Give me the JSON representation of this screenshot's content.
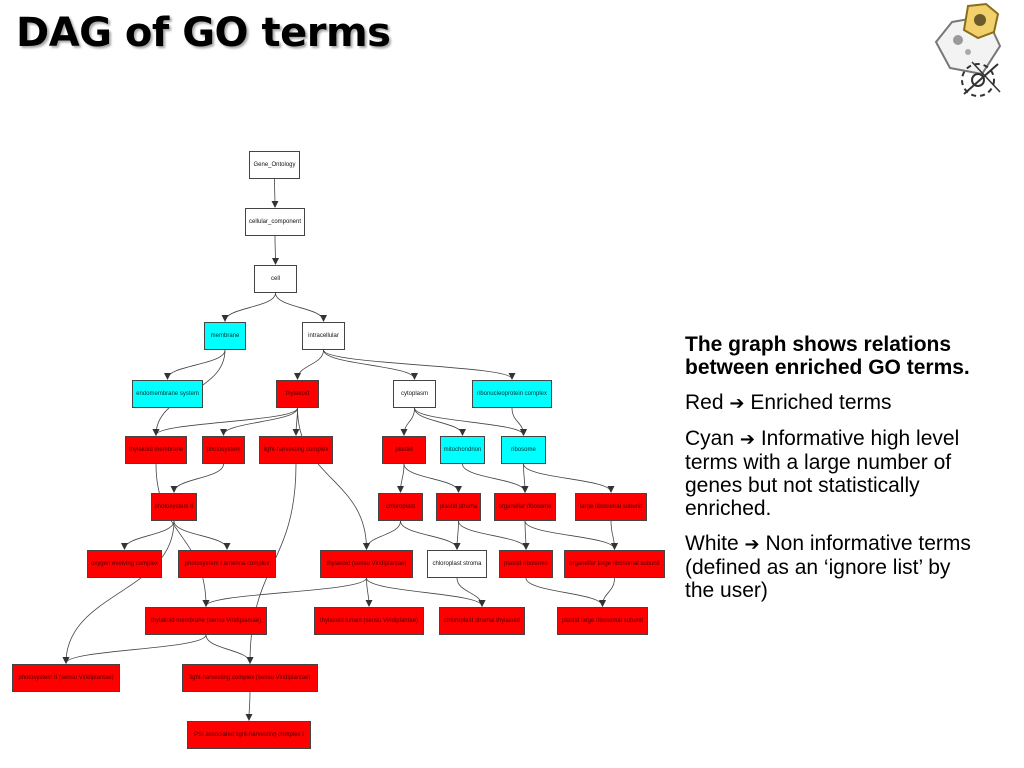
{
  "slide": {
    "title": "DAG of GO terms"
  },
  "legend": {
    "intro": "The graph shows relations between enriched GO terms.",
    "red_label": "Red",
    "red_text": "Enriched terms",
    "cyan_label": "Cyan",
    "cyan_text": "Informative high level terms with a large number of genes but not statistically enriched.",
    "white_label": "White",
    "white_text": "Non informative terms (defined as an ‘ignore list’ by the user)",
    "arrow": "➔"
  },
  "colors": {
    "enriched": "#ff0000",
    "informative": "#00ffff",
    "non_informative": "#ffffff"
  },
  "graph": {
    "nodes": [
      {
        "id": "go",
        "label": "Gene_Ontology",
        "status": "white"
      },
      {
        "id": "cc",
        "label": "cellular_component",
        "status": "white"
      },
      {
        "id": "cell",
        "label": "cell",
        "status": "white"
      },
      {
        "id": "membrane",
        "label": "membrane",
        "status": "cyan"
      },
      {
        "id": "intracellular",
        "label": "intracellular",
        "status": "white"
      },
      {
        "id": "endomembrane",
        "label": "endomembrane system",
        "status": "cyan"
      },
      {
        "id": "thylakoid",
        "label": "thylakoid",
        "status": "red"
      },
      {
        "id": "cytoplasm",
        "label": "cytoplasm",
        "status": "white"
      },
      {
        "id": "rnp",
        "label": "ribonucleoprotein complex",
        "status": "cyan"
      },
      {
        "id": "thyl_membrane",
        "label": "thylakoid membrane",
        "status": "red"
      },
      {
        "id": "photosystem",
        "label": "photosystem",
        "status": "red"
      },
      {
        "id": "lhc",
        "label": "light-harvesting complex",
        "status": "red"
      },
      {
        "id": "plastid",
        "label": "plastid",
        "status": "red"
      },
      {
        "id": "mito",
        "label": "mitochondrion",
        "status": "cyan"
      },
      {
        "id": "ribosome",
        "label": "ribosome",
        "status": "cyan"
      },
      {
        "id": "ps2",
        "label": "photosystem II",
        "status": "red"
      },
      {
        "id": "chloroplast",
        "label": "chloroplast",
        "status": "red"
      },
      {
        "id": "plastid_stroma",
        "label": "plastid stroma",
        "status": "red"
      },
      {
        "id": "org_ribosome",
        "label": "organellar ribosome",
        "status": "red"
      },
      {
        "id": "large_sub",
        "label": "large ribosomal subunit",
        "status": "red"
      },
      {
        "id": "oec",
        "label": "oxygen evolving complex",
        "status": "red"
      },
      {
        "id": "ps1_antenna",
        "label": "photosystem I antenna complex",
        "status": "red"
      },
      {
        "id": "thyl_sensu",
        "label": "thylakoid (sensu Viridiplantae)",
        "status": "red"
      },
      {
        "id": "chl_stroma",
        "label": "chloroplast stroma",
        "status": "white"
      },
      {
        "id": "plastid_ribo",
        "label": "plastid ribosome",
        "status": "red"
      },
      {
        "id": "org_large",
        "label": "organellar large ribosomal subunit",
        "status": "red"
      },
      {
        "id": "thyl_mem_sensu",
        "label": "thylakoid membrane (sensu Viridiplantae)",
        "status": "red"
      },
      {
        "id": "thyl_lumen",
        "label": "thylakoid lumen (sensu Viridiplantae)",
        "status": "red"
      },
      {
        "id": "chl_stromal_thyl",
        "label": "chloroplast stromal thylakoid",
        "status": "red"
      },
      {
        "id": "plastid_large",
        "label": "plastid large ribosomal subunit",
        "status": "red"
      },
      {
        "id": "ps1_sensu",
        "label": "photosystem II (sensu Viridiplantae)",
        "status": "red"
      },
      {
        "id": "lhc_sensu",
        "label": "light-harvesting complex (sensu Viridiplantae)",
        "status": "red"
      },
      {
        "id": "psi_lhc",
        "label": "PSI associated light-harvesting complex I",
        "status": "red"
      }
    ],
    "edges": [
      [
        "go",
        "cc"
      ],
      [
        "cc",
        "cell"
      ],
      [
        "cell",
        "membrane"
      ],
      [
        "cell",
        "intracellular"
      ],
      [
        "membrane",
        "endomembrane"
      ],
      [
        "membrane",
        "thyl_membrane"
      ],
      [
        "intracellular",
        "thylakoid"
      ],
      [
        "intracellular",
        "cytoplasm"
      ],
      [
        "intracellular",
        "rnp"
      ],
      [
        "thylakoid",
        "thyl_membrane"
      ],
      [
        "thylakoid",
        "photosystem"
      ],
      [
        "thylakoid",
        "lhc"
      ],
      [
        "thylakoid",
        "thyl_sensu"
      ],
      [
        "cytoplasm",
        "plastid"
      ],
      [
        "cytoplasm",
        "mito"
      ],
      [
        "cytoplasm",
        "ribosome"
      ],
      [
        "rnp",
        "ribosome"
      ],
      [
        "photosystem",
        "ps2"
      ],
      [
        "plastid",
        "chloroplast"
      ],
      [
        "plastid",
        "plastid_stroma"
      ],
      [
        "ribosome",
        "org_ribosome"
      ],
      [
        "ribosome",
        "large_sub"
      ],
      [
        "mito",
        "org_ribosome"
      ],
      [
        "thyl_membrane",
        "thyl_mem_sensu"
      ],
      [
        "ps2",
        "oec"
      ],
      [
        "ps2",
        "ps1_antenna"
      ],
      [
        "ps2",
        "ps1_sensu"
      ],
      [
        "lhc",
        "lhc_sensu"
      ],
      [
        "chloroplast",
        "thyl_sensu"
      ],
      [
        "chloroplast",
        "chl_stroma"
      ],
      [
        "plastid_stroma",
        "chl_stroma"
      ],
      [
        "plastid_stroma",
        "plastid_ribo"
      ],
      [
        "org_ribosome",
        "plastid_ribo"
      ],
      [
        "org_ribosome",
        "org_large"
      ],
      [
        "large_sub",
        "org_large"
      ],
      [
        "thyl_sensu",
        "thyl_mem_sensu"
      ],
      [
        "thyl_sensu",
        "thyl_lumen"
      ],
      [
        "thyl_sensu",
        "chl_stromal_thyl"
      ],
      [
        "chl_stroma",
        "chl_stromal_thyl"
      ],
      [
        "plastid_ribo",
        "plastid_large"
      ],
      [
        "org_large",
        "plastid_large"
      ],
      [
        "thyl_mem_sensu",
        "ps1_sensu"
      ],
      [
        "thyl_mem_sensu",
        "lhc_sensu"
      ],
      [
        "lhc_sensu",
        "psi_lhc"
      ]
    ]
  }
}
